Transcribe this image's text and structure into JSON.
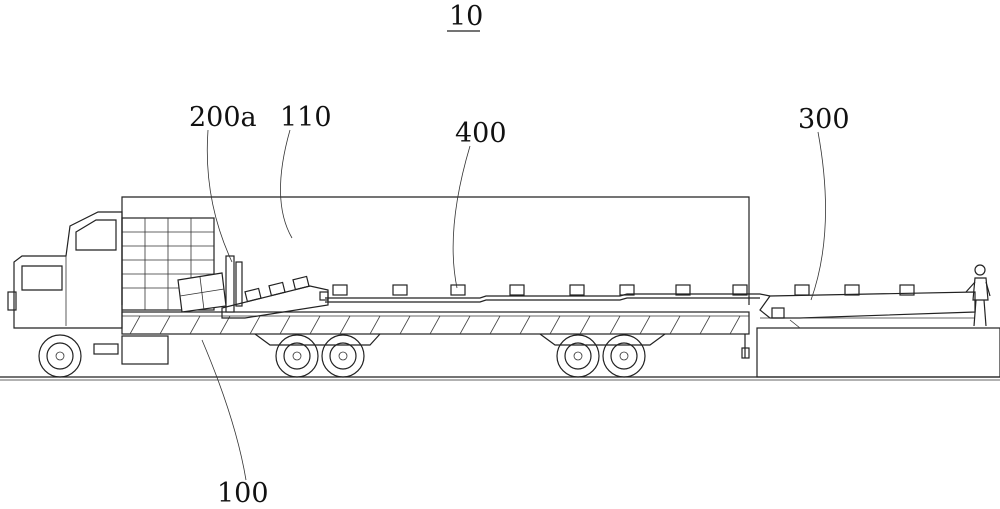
{
  "figure": {
    "title": "10",
    "labels": {
      "truck_body": "100",
      "trailer_box": "110",
      "stacker": "200a",
      "platform": "300",
      "conveyor": "400"
    }
  }
}
